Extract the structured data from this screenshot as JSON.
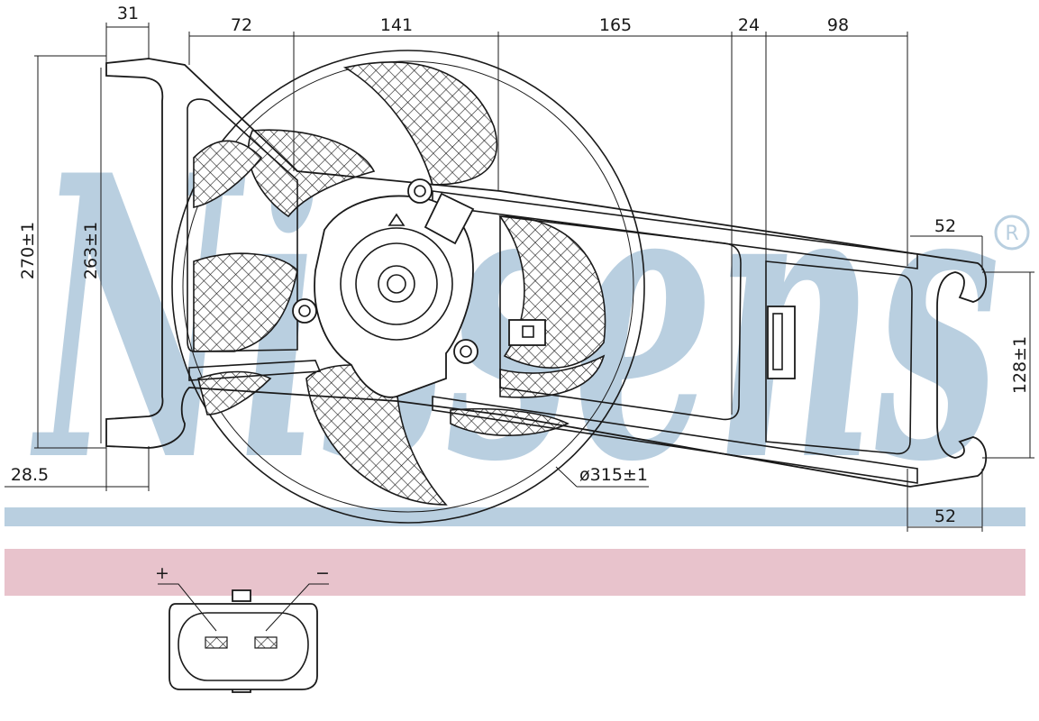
{
  "watermark": {
    "text": "Nissens",
    "registered_mark": "®",
    "color": "#b9cfe0"
  },
  "bands": {
    "blue_color": "#b9cfe0",
    "pink_color": "#e8c3cc"
  },
  "dimensions": {
    "top_31": "31",
    "top_72": "72",
    "top_141": "141",
    "top_165": "165",
    "top_24": "24",
    "top_98": "98",
    "height_270": "270±1",
    "height_263": "263±1",
    "left_28_5": "28.5",
    "diameter_315": "ø315±1",
    "right_52_top": "52",
    "right_128": "128±1",
    "right_52_bottom": "52"
  },
  "connector": {
    "plus": "+",
    "minus": "−"
  }
}
